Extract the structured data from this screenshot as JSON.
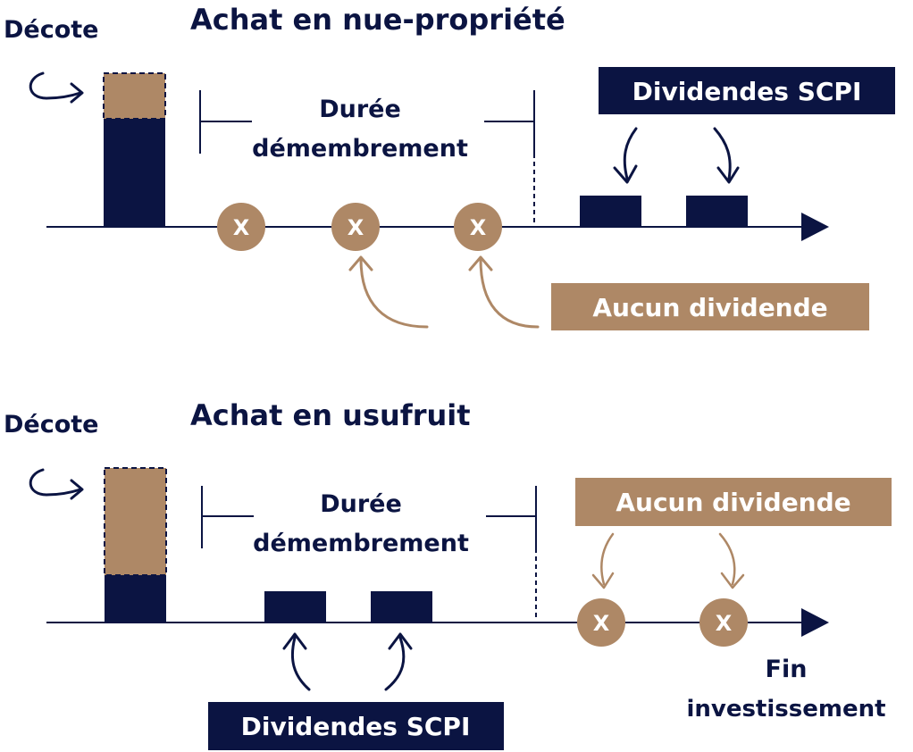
{
  "colors": {
    "navy": "#0b1442",
    "bronze": "#ae8866",
    "white": "#ffffff"
  },
  "top": {
    "title": "Achat en nue-propriété",
    "decote_label": "Décote",
    "duree_line1": "Durée",
    "duree_line2": "démembrement",
    "dividends_badge": "Dividendes SCPI",
    "no_dividend_badge": "Aucun dividende",
    "x_markers": [
      "X",
      "X",
      "X"
    ]
  },
  "bottom": {
    "title": "Achat en usufruit",
    "decote_label": "Décote",
    "duree_line1": "Durée",
    "duree_line2": "démembrement",
    "dividends_badge": "Dividendes SCPI",
    "no_dividend_badge": "Aucun dividende",
    "x_markers": [
      "X",
      "X"
    ],
    "end_label_line1": "Fin",
    "end_label_line2": "investissement"
  }
}
